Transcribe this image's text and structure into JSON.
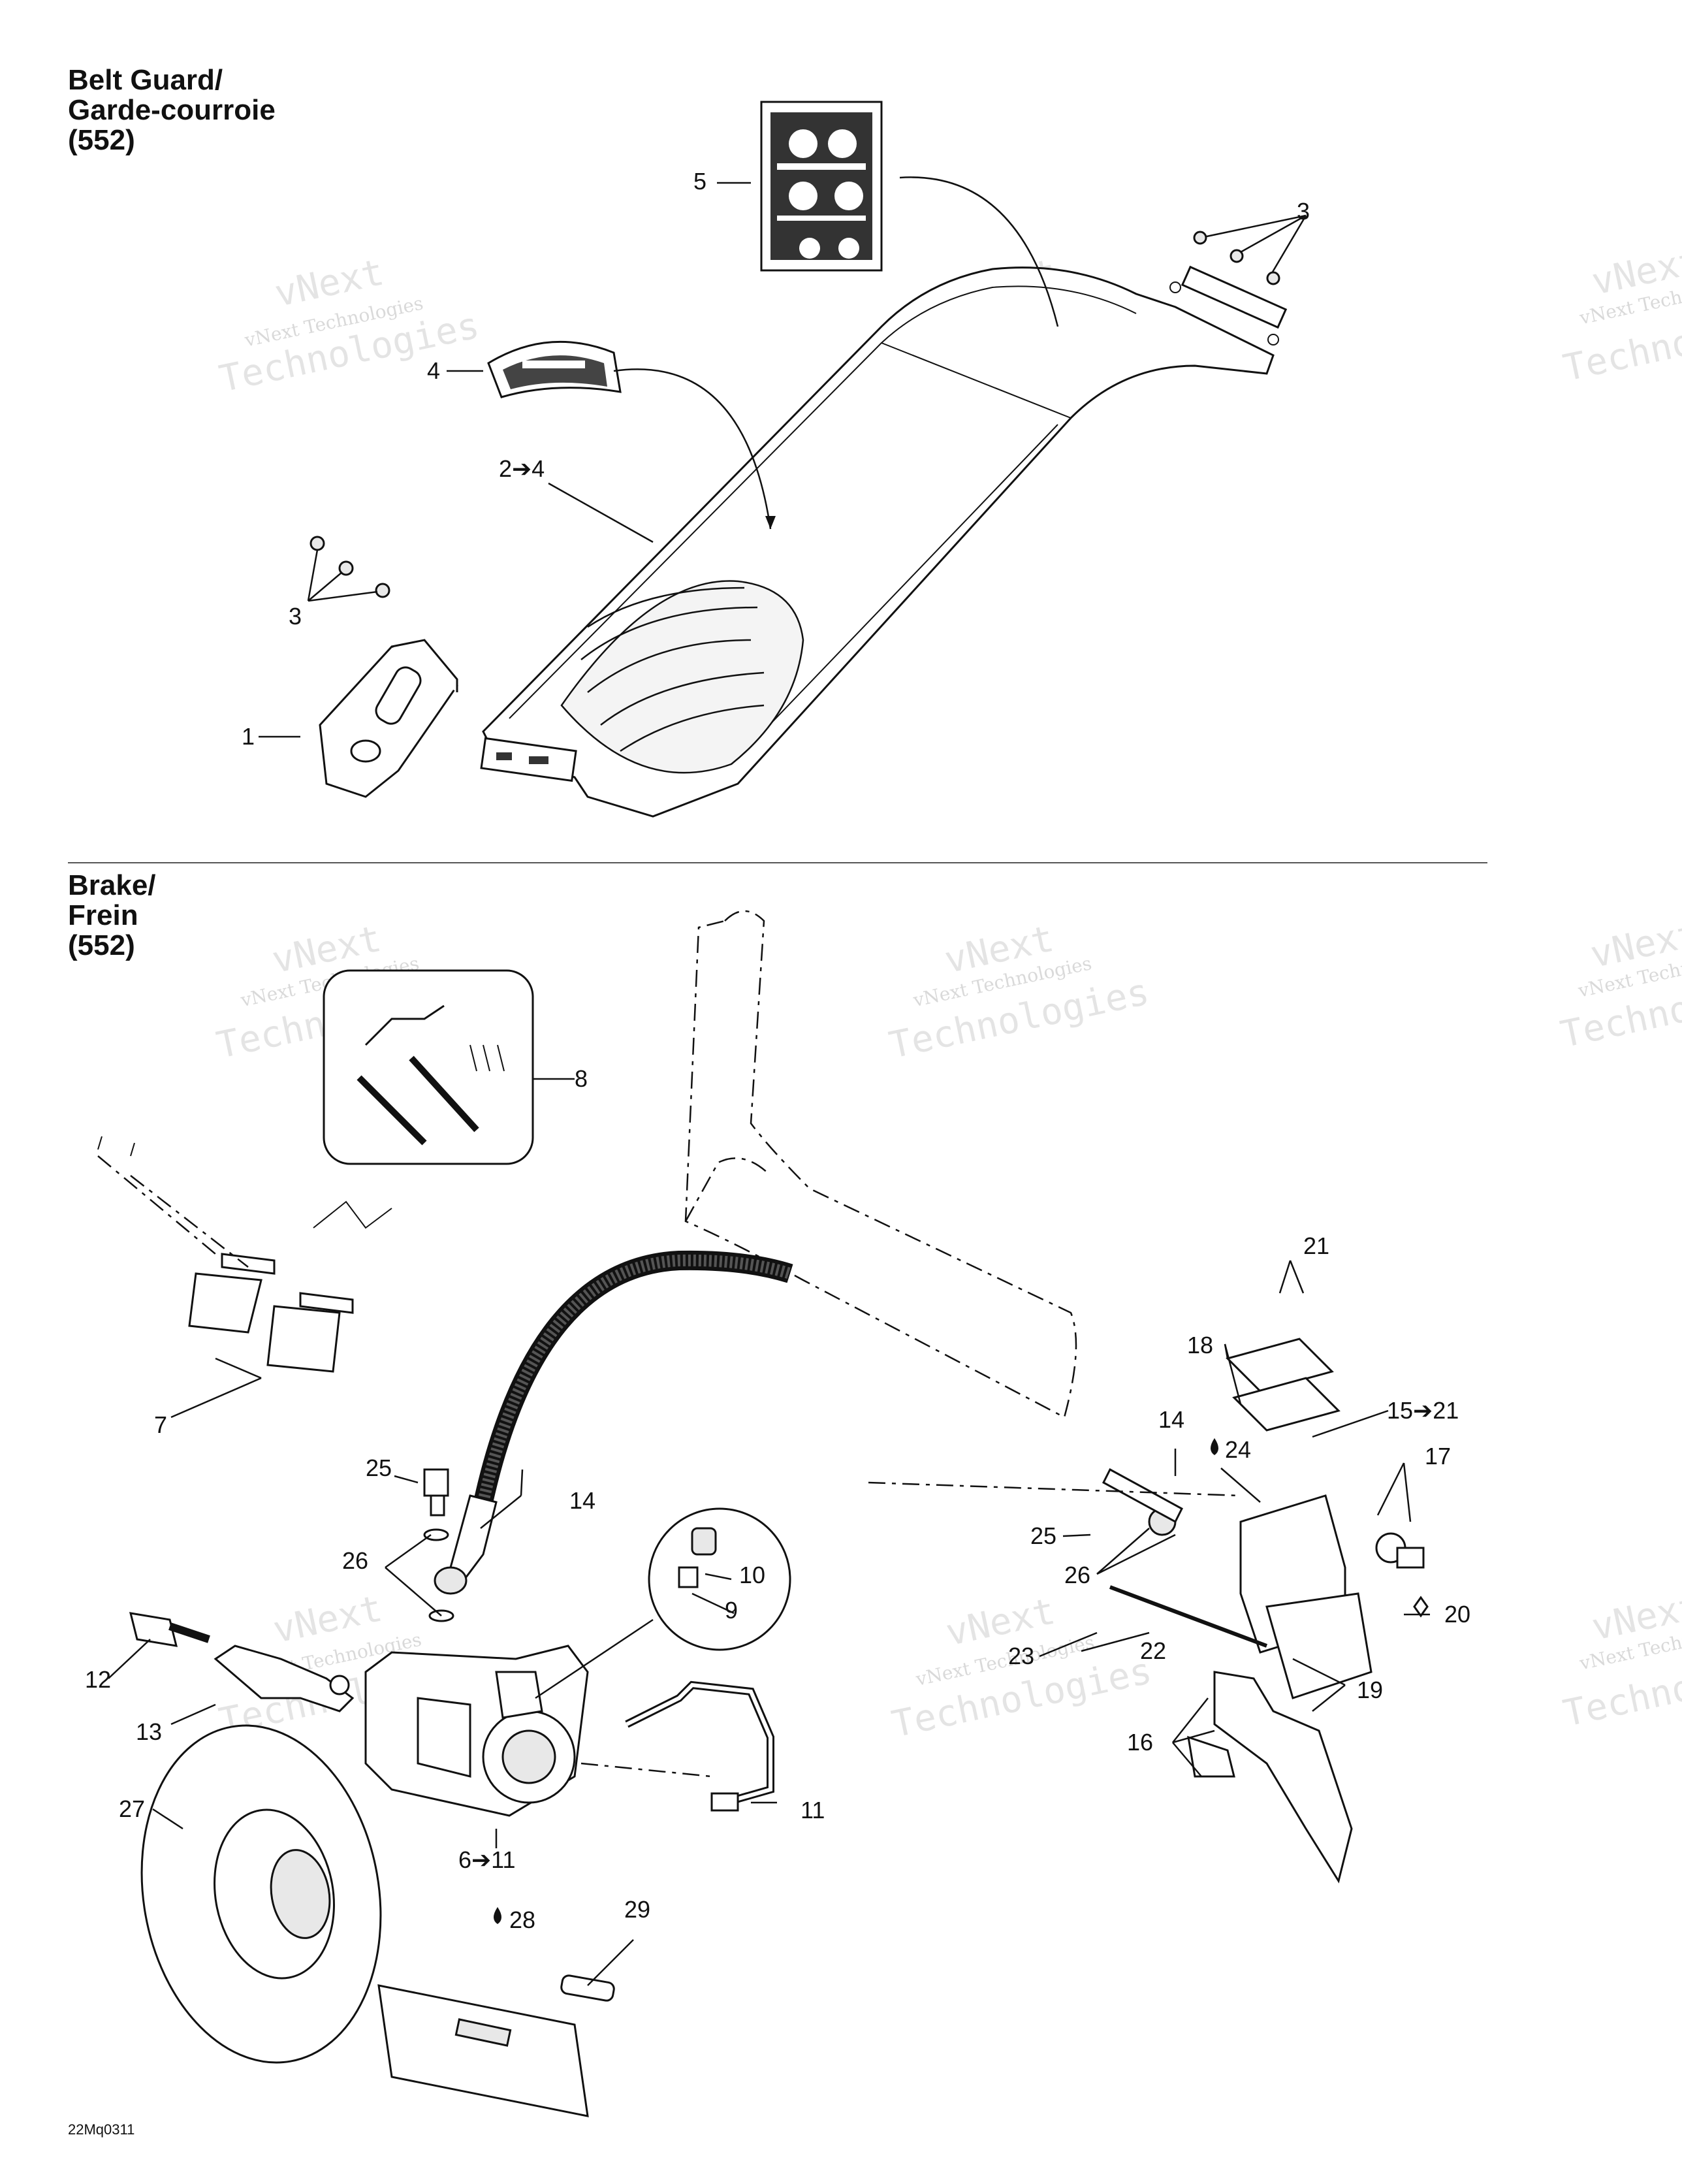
{
  "sections": {
    "belt_guard": {
      "title_line1": "Belt Guard/",
      "title_line2": "Garde-courroie",
      "title_line3": "(552)"
    },
    "brake": {
      "title_line1": "Brake/",
      "title_line2": "Frein",
      "title_line3": "(552)"
    }
  },
  "watermark": {
    "line1": "vNext Technologies",
    "line2": "Technologies",
    "line3": "vNext"
  },
  "callouts": {
    "c1": "1",
    "c2to4": "2➔4",
    "c3a": "3",
    "c3b": "3",
    "c4": "4",
    "c5": "5",
    "c6to11": "6➔11",
    "c7": "7",
    "c8": "8",
    "c9": "9",
    "c10": "10",
    "c11": "11",
    "c12": "12",
    "c13": "13",
    "c14a": "14",
    "c14b": "14",
    "c15to21": "15➔21",
    "c16": "16",
    "c17": "17",
    "c18": "18",
    "c19": "19",
    "c20": "20",
    "c21": "21",
    "c22": "22",
    "c23": "23",
    "c24": "24",
    "c25a": "25",
    "c25b": "25",
    "c26a": "26",
    "c26b": "26",
    "c27": "27",
    "c28": "28",
    "c29": "29"
  },
  "drawing_code": "22Mq0311",
  "icons": [
    "oil-drop-icon",
    "arrow-icon",
    "diamond-icon"
  ]
}
